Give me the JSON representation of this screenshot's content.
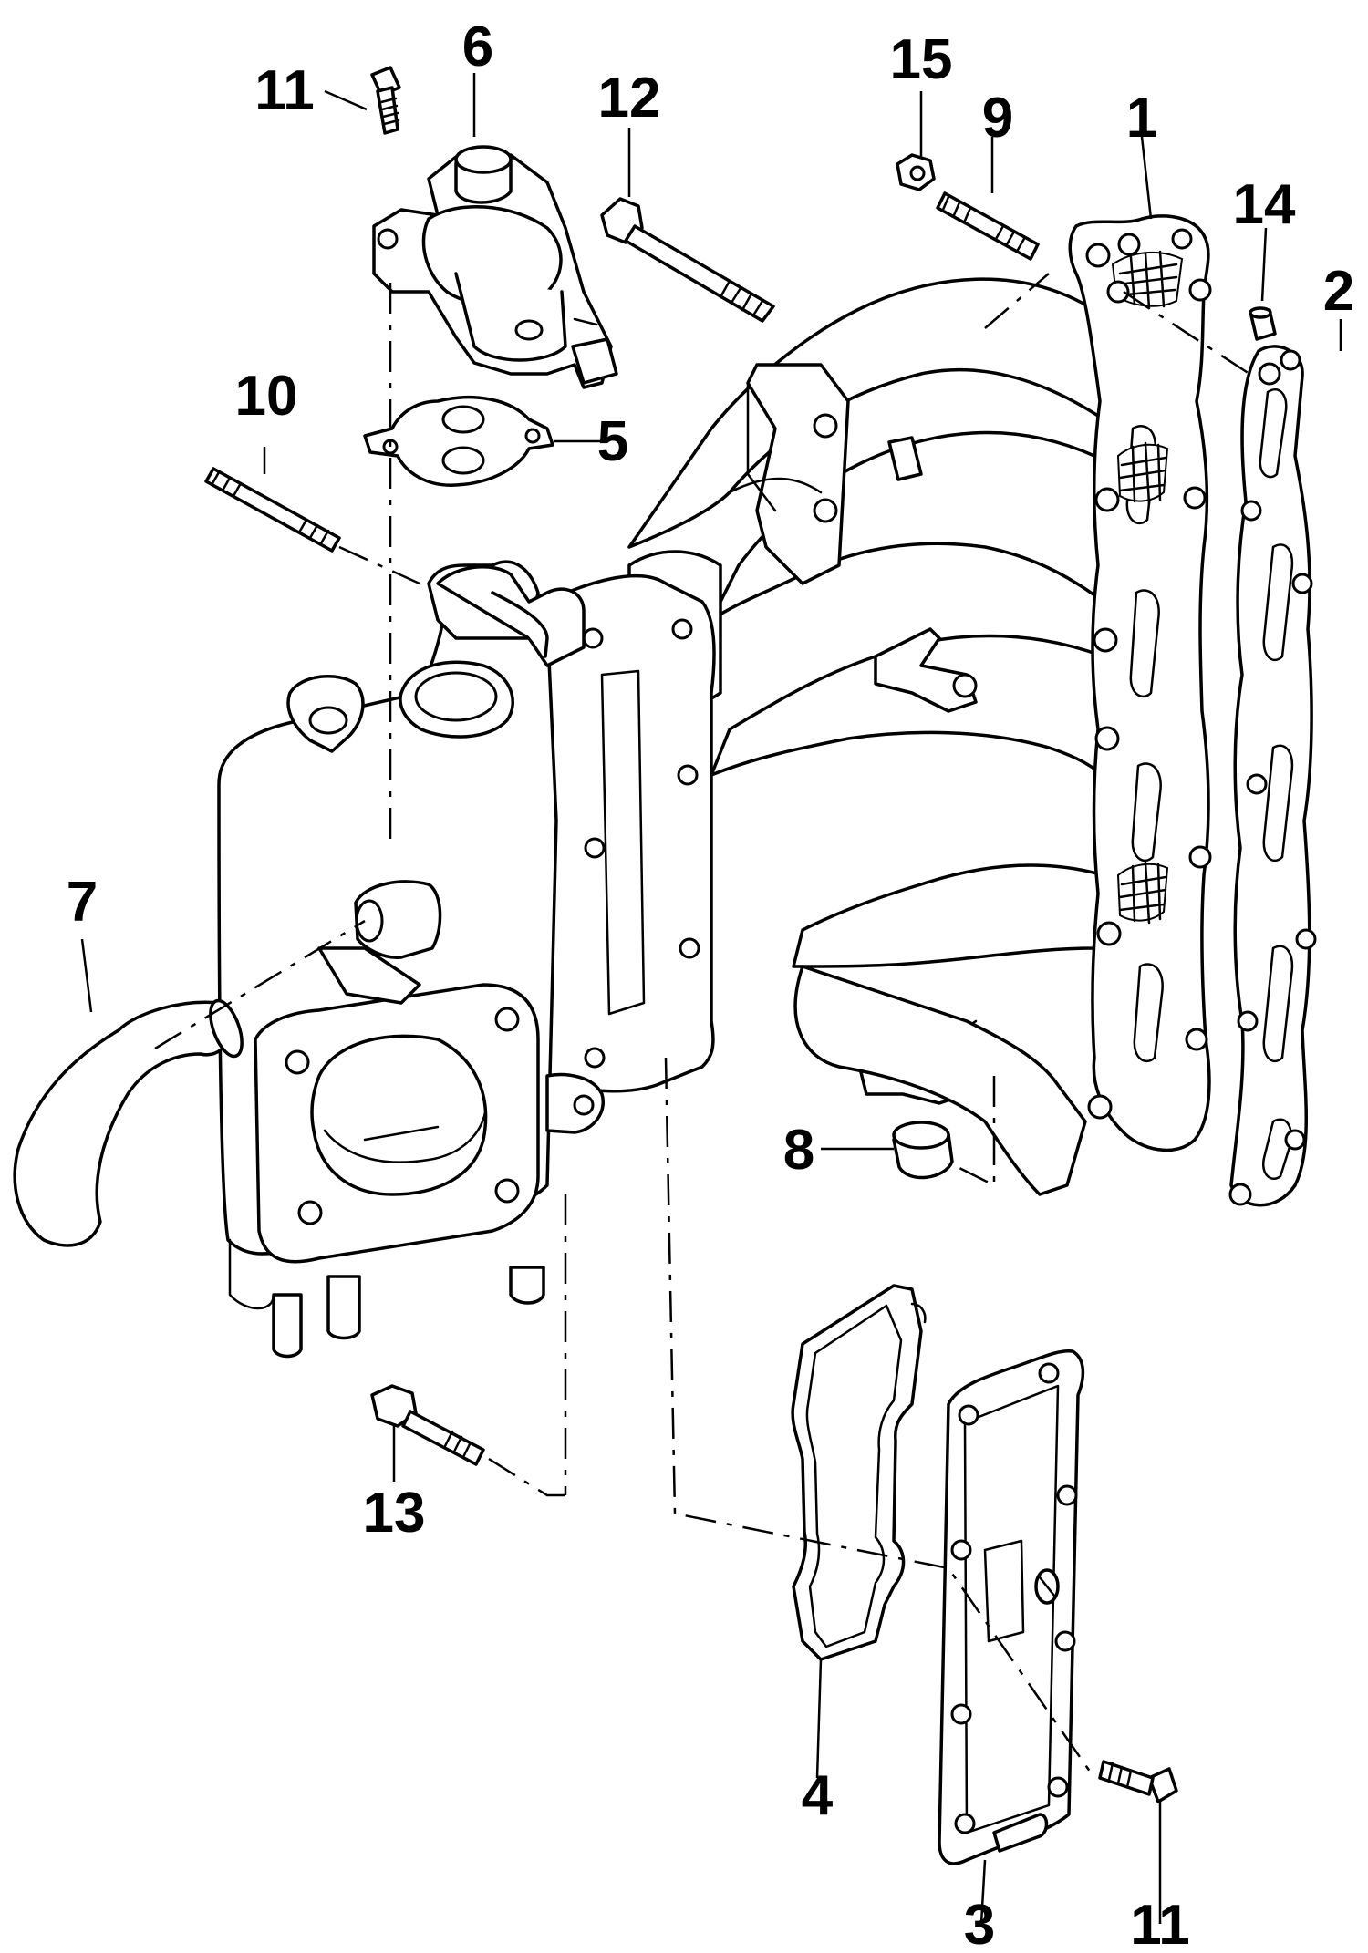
{
  "callouts": [
    {
      "id": "c1",
      "text": "1"
    },
    {
      "id": "c2",
      "text": "2"
    },
    {
      "id": "c3",
      "text": "3"
    },
    {
      "id": "c4",
      "text": "4"
    },
    {
      "id": "c5",
      "text": "5"
    },
    {
      "id": "c6",
      "text": "6"
    },
    {
      "id": "c7",
      "text": "7"
    },
    {
      "id": "c8",
      "text": "8"
    },
    {
      "id": "c9",
      "text": "9"
    },
    {
      "id": "c10",
      "text": "10"
    },
    {
      "id": "c11a",
      "text": "11"
    },
    {
      "id": "c11b",
      "text": "11"
    },
    {
      "id": "c12",
      "text": "12"
    },
    {
      "id": "c13",
      "text": "13"
    },
    {
      "id": "c14",
      "text": "14"
    },
    {
      "id": "c15",
      "text": "15"
    }
  ],
  "colors": {
    "line": "#000000",
    "background": "#ffffff"
  }
}
